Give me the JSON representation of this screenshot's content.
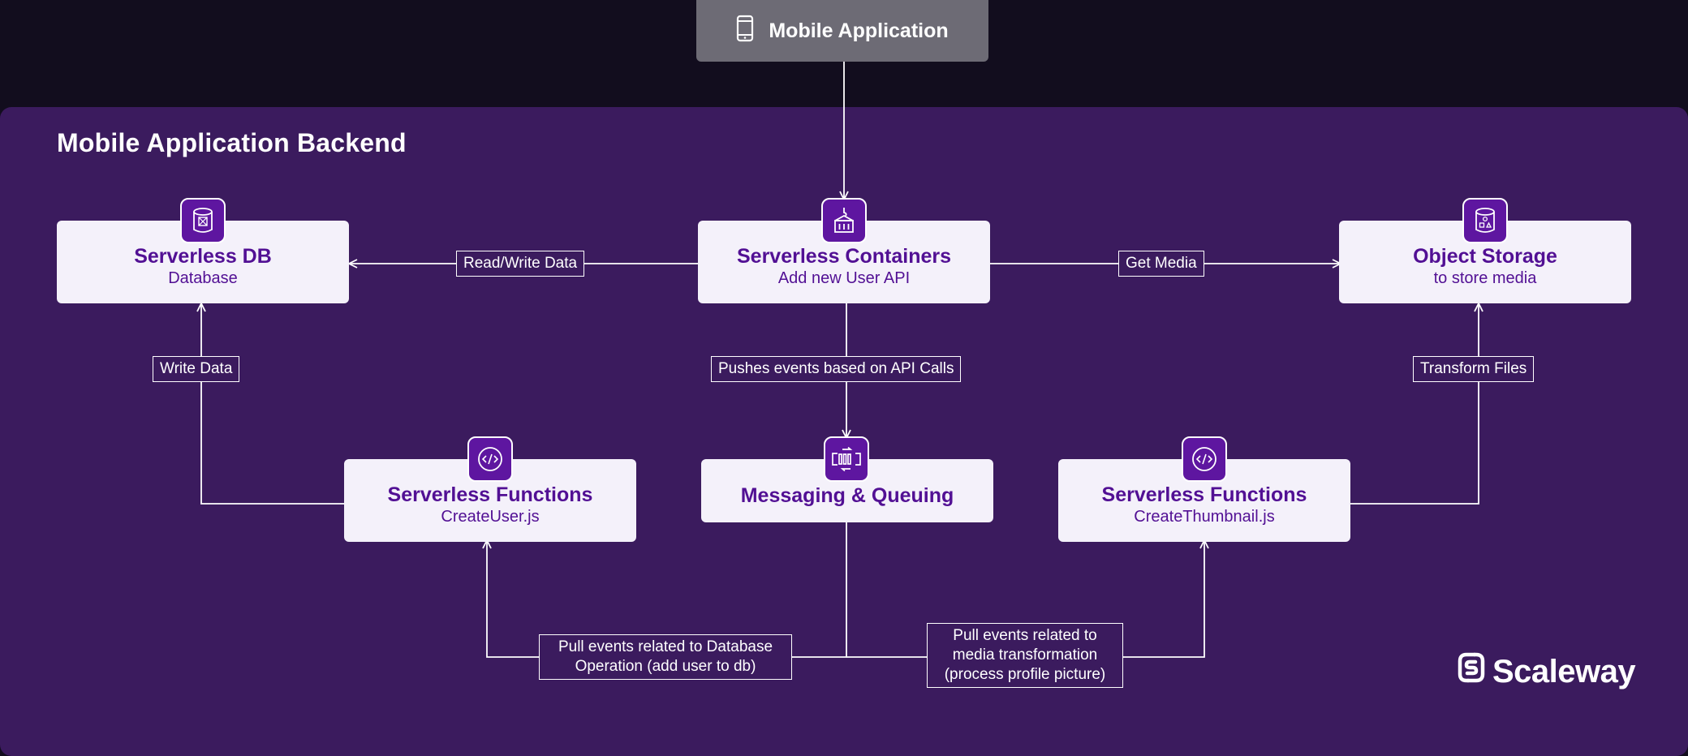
{
  "top_node": {
    "label": "Mobile Application",
    "icon": "phone-icon"
  },
  "panel": {
    "title": "Mobile Application Backend"
  },
  "nodes": {
    "db": {
      "title": "Serverless DB",
      "subtitle": "Database",
      "icon": "database-icon"
    },
    "containers": {
      "title": "Serverless Containers",
      "subtitle": "Add new User API",
      "icon": "container-icon"
    },
    "storage": {
      "title": "Object Storage",
      "subtitle": "to store media",
      "icon": "object-storage-icon"
    },
    "fn_left": {
      "title": "Serverless Functions",
      "subtitle": "CreateUser.js",
      "icon": "code-icon"
    },
    "queue": {
      "title": "Messaging & Queuing",
      "icon": "messaging-icon"
    },
    "fn_right": {
      "title": "Serverless Functions",
      "subtitle": "CreateThumbnail.js",
      "icon": "code-icon"
    }
  },
  "edges": {
    "read_write": "Read/Write Data",
    "get_media": "Get Media",
    "write_data": "Write Data",
    "pushes_events": "Pushes events based on API Calls",
    "transform_files": "Transform Files",
    "pull_db_line1": "Pull events related to Database",
    "pull_db_line2": "Operation (add user to db)",
    "pull_media_line1": "Pull events related to",
    "pull_media_line2": "media transformation",
    "pull_media_line3": "(process profile picture)"
  },
  "brand": {
    "name": "Scaleway",
    "icon": "scaleway-logo-icon"
  },
  "colors": {
    "background": "#120d1e",
    "panel": "#3b1b5e",
    "node_fill": "#f4f1fa",
    "node_text": "#521094",
    "badge": "#5e16a0",
    "top_node": "#6d6b75"
  }
}
